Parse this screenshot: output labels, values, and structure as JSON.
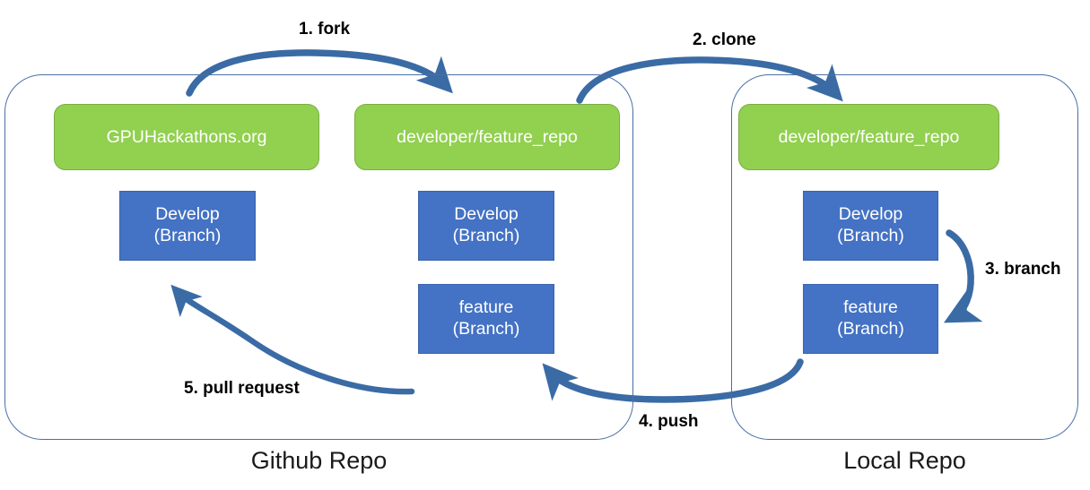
{
  "diagram": {
    "title": "Git fork / clone / branch / push / pull request workflow",
    "colors": {
      "repo_green": "#92D050",
      "branch_blue": "#4472C4",
      "arrow_blue": "#3A6BA5",
      "container_outline": "#4A6FA5",
      "label_black": "#000000",
      "node_text": "#FFFFFF"
    }
  },
  "containers": [
    {
      "id": "github",
      "caption": "Github Repo"
    },
    {
      "id": "local",
      "caption": "Local Repo"
    }
  ],
  "repo_nodes": [
    {
      "id": "gpuhackathons",
      "label": "GPUHackathons.org",
      "container": "github"
    },
    {
      "id": "github_fork",
      "label": "developer/feature_repo",
      "container": "github"
    },
    {
      "id": "local_clone",
      "label": "developer/feature_repo",
      "container": "local"
    }
  ],
  "branch_nodes": [
    {
      "id": "github_develop",
      "name": "Develop",
      "kind": "(Branch)",
      "container": "github"
    },
    {
      "id": "fork_develop",
      "name": "Develop",
      "kind": "(Branch)",
      "container": "github"
    },
    {
      "id": "fork_feature",
      "name": "feature",
      "kind": "(Branch)",
      "container": "github"
    },
    {
      "id": "local_develop",
      "name": "Develop",
      "kind": "(Branch)",
      "container": "local"
    },
    {
      "id": "local_feature",
      "name": "feature",
      "kind": "(Branch)",
      "container": "local"
    }
  ],
  "steps": [
    {
      "number": "1",
      "label": "1. fork",
      "from": "gpuhackathons",
      "to": "github_fork"
    },
    {
      "number": "2",
      "label": "2. clone",
      "from": "github_fork",
      "to": "local_clone"
    },
    {
      "number": "3",
      "label": "3. branch",
      "from": "local_develop",
      "to": "local_feature"
    },
    {
      "number": "4",
      "label": "4. push",
      "from": "local_feature",
      "to": "fork_feature"
    },
    {
      "number": "5",
      "label": "5. pull request",
      "from": "fork_feature",
      "to": "github_develop"
    }
  ]
}
